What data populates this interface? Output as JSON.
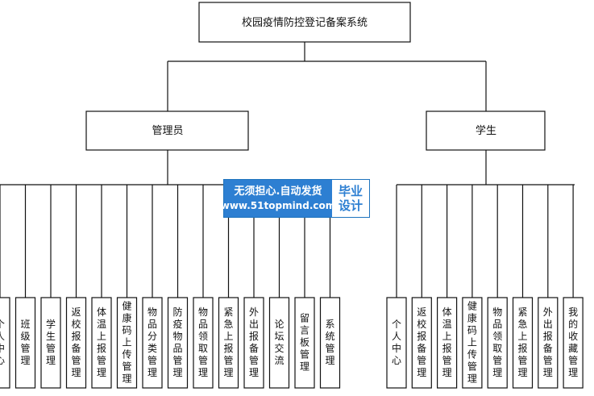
{
  "root": {
    "label": "校园疫情防控登记备案系统"
  },
  "roles": [
    {
      "label": "管理员",
      "children": [
        "个人中心",
        "班级管理",
        "学生管理",
        "返校报备管理",
        "体温上报管理",
        "健康码上传管理",
        "物品分类管理",
        "防疫物品管理",
        "物品领取管理",
        "紧急上报管理",
        "外出报备管理",
        "论坛交流",
        "留言板管理",
        "系统管理"
      ]
    },
    {
      "label": "学生",
      "children": [
        "个人中心",
        "返校报备管理",
        "体温上报管理",
        "健康码上传管理",
        "物品领取管理",
        "紧急上报管理",
        "外出报备管理",
        "我的收藏管理"
      ]
    }
  ],
  "watermark": {
    "title": "无须担心.自动发货",
    "url": "www.51topmind.com",
    "badge_line1": "毕业",
    "badge_line2": "设计"
  }
}
